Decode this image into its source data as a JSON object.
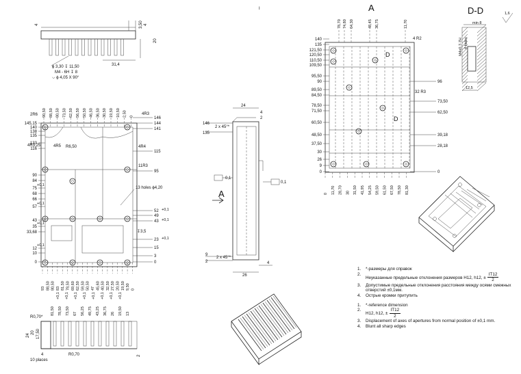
{
  "sheet": {
    "marker": "I"
  },
  "top_fins_view": {
    "dims": [
      "4",
      "3,50",
      "4",
      "20",
      "31,4"
    ],
    "hole_callout": [
      "ϕ 3,30 ↧ 11,50",
      "M4 - 6H ↧ 8",
      "⌵ ϕ 4,05 X 90°"
    ]
  },
  "plan_view": {
    "top_dims": [
      "90,50",
      "88,50",
      "80,50",
      "73,50",
      "62,50",
      "56,50",
      "50,50",
      "46,50",
      "36,50",
      "30,50",
      "19,50",
      "10,50",
      "2,50",
      "0"
    ],
    "left_dims": [
      "145,15",
      "140",
      "138",
      "135",
      "133",
      "116",
      "90",
      "84",
      "75",
      "68",
      "66",
      "57",
      "43",
      "35",
      "33,68",
      "12",
      "10",
      "0"
    ],
    "left_tols": [
      "+0,1",
      "+0,1",
      "+0,1",
      "+0,1"
    ],
    "right_dims": [
      "146",
      "144",
      "141",
      "115",
      "95",
      "52",
      "49",
      "43",
      "23",
      "15",
      "3",
      "0"
    ],
    "right_tols": [
      "+0,1",
      "+0,1",
      "+0,1"
    ],
    "bottom_dims": [
      "93",
      "88,50",
      "80,50",
      "83",
      "81,50",
      "78,50",
      "69,60",
      "62,50",
      "59,50",
      "50,50",
      "47",
      "45,60",
      "40,50",
      "32,50",
      "27,50",
      "20,50",
      "19,50",
      "9,50",
      "0"
    ],
    "bottom_tols": [
      "+0,1",
      "+0,1",
      "+0,1",
      "+0,1",
      "+0,1",
      "+0,1",
      "+0,1",
      "+0,1"
    ],
    "radius_labels": [
      "2R6",
      "4R3",
      "4R3,25",
      "4R5",
      "R6,50",
      "4R4",
      "11R3"
    ],
    "holes_label": "13 holes ϕ4,20",
    "depth_label": "↧3,5"
  },
  "bottom_section": {
    "top_dims": [
      "81,50",
      "78,50",
      "73,50",
      "67",
      "56,25",
      "49,75",
      "43,25",
      "36,75",
      "26",
      "19,50",
      "13"
    ],
    "labels": [
      "R0,70*",
      "24",
      "20",
      "17,50",
      "4",
      "10 places",
      "R0,70",
      "2"
    ]
  },
  "side_view": {
    "labels": [
      "24",
      "4",
      "2",
      "146",
      "135",
      "2 x 45°*",
      "0,1",
      "0,1",
      "A",
      "9",
      "2",
      "2 x 45°*",
      "26",
      "4"
    ]
  },
  "view_a": {
    "title": "A",
    "top_dims": [
      "78,70",
      "74,80",
      "64,30",
      "48,45",
      "36,75",
      "11,70"
    ],
    "left_dims": [
      "140",
      "135",
      "121,50",
      "120,50",
      "110,50",
      "109,50",
      "95,50",
      "90",
      "89,50",
      "84,50",
      "78,50",
      "71,50",
      "60,50",
      "48,50",
      "37,50",
      "30",
      "26",
      "9",
      "0"
    ],
    "right_dims": [
      "96",
      "73,50",
      "62,50",
      "39,18",
      "28,18",
      "0"
    ],
    "bottom_dims": [
      "0",
      "11,70",
      "28,70",
      "30",
      "31,50",
      "41,95",
      "54,25",
      "59,50",
      "61,50",
      "67,50",
      "78,50",
      "81,30"
    ],
    "labels": [
      "4 R2",
      "32 R3",
      "D",
      "D"
    ]
  },
  "section_dd": {
    "title": "D-D",
    "roughness": "1,6",
    "labels": [
      "min 8",
      "M4x0,7-7H",
      "4 holes",
      "12,5"
    ]
  },
  "notes_ru": [
    {
      "num": "1.",
      "text": "*-размеры для справок"
    },
    {
      "num": "2.",
      "text": "Неуказанные предельные отклонения размеров H12, h12, ±",
      "frac_top": "IT12",
      "frac_bottom": "2"
    },
    {
      "num": "3.",
      "text": "Допустимые предельные отклонения расстояния между осями смежных отверстий ±0,1мм."
    },
    {
      "num": "4.",
      "text": "Острые кромки притупить"
    }
  ],
  "notes_en": [
    {
      "num": "1.",
      "text": "*-reference dimension"
    },
    {
      "num": "2.",
      "text": "H12, h12, ±",
      "frac_top": "IT12",
      "frac_bottom": "2"
    },
    {
      "num": "3.",
      "text": "Displacement of axes of apertures from normal position of ±0,1 mm."
    },
    {
      "num": "4.",
      "text": "Blunt all sharp edges"
    }
  ]
}
